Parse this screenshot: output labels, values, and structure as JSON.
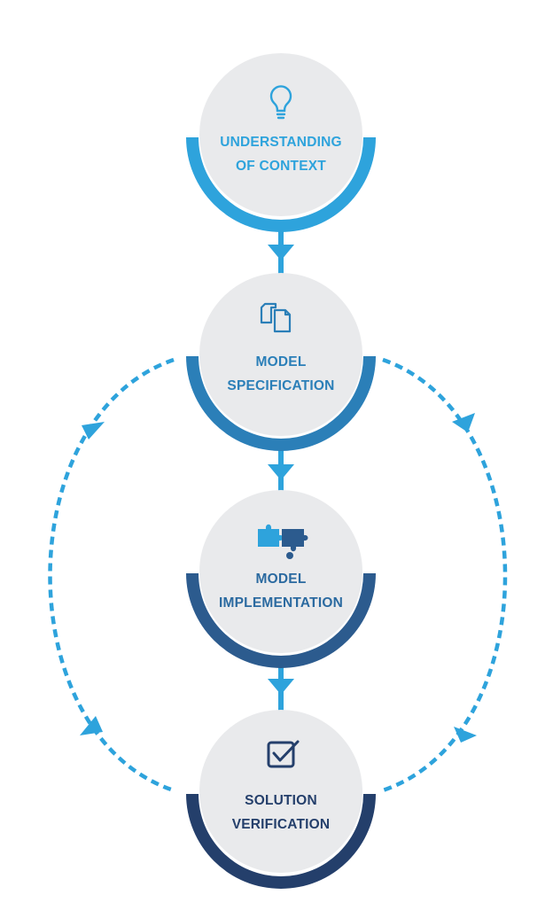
{
  "colors": {
    "node_fill": "#e9eaec",
    "ring_1": "#2ea3dc",
    "ring_2": "#2b7fb8",
    "ring_3": "#2c5b8e",
    "ring_4": "#243f6b",
    "connector": "#2ea3dc",
    "label_1": "#2ea3dc",
    "label_2": "#2b7fb8",
    "label_3": "#2b6aa0",
    "label_4": "#243f6b"
  },
  "nodes": [
    {
      "line1": "UNDERSTANDING",
      "line2": "OF CONTEXT",
      "icon": "lightbulb-icon"
    },
    {
      "line1": "MODEL",
      "line2": "SPECIFICATION",
      "icon": "documents-icon"
    },
    {
      "line1": "MODEL",
      "line2": "IMPLEMENTATION",
      "icon": "puzzle-icon"
    },
    {
      "line1": "SOLUTION",
      "line2": "VERIFICATION",
      "icon": "checkbox-icon"
    }
  ],
  "loops": [
    {
      "side": "left",
      "direction": "upward",
      "from": "SOLUTION VERIFICATION",
      "to": "MODEL SPECIFICATION"
    },
    {
      "side": "right",
      "direction": "downward",
      "from": "MODEL SPECIFICATION",
      "to": "SOLUTION VERIFICATION"
    }
  ]
}
